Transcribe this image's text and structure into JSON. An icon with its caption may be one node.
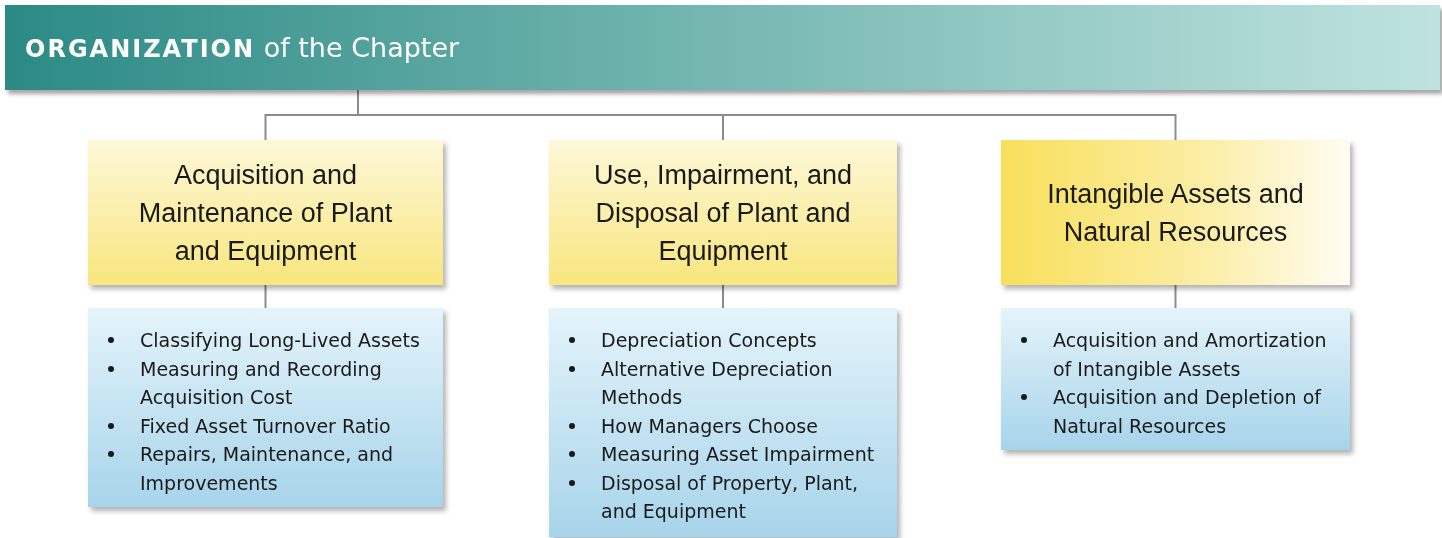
{
  "diagram": {
    "nodes": [
      {
        "text": [
          "**ORGANIZATION** of the Chapter"
        ]
      },
      {
        "text": [
          "Acquisition and Maintenance of Plant and Equipment"
        ]
      },
      {
        "text": [
          "Use, Impairment, and Disposal of Plant and Equipment"
        ]
      },
      {
        "text": [
          "Intangible Assets and Natural Resources"
        ]
      },
      {
        "text": [
          "Classifying Long-Lived Assets",
          "Measuring and Recording Acquisition Cost",
          "Fixed Asset Turnover Ratio",
          "Repairs, Maintenance, and Improvements"
        ]
      },
      {
        "text": [
          "Depreciation Concepts",
          "Alternative Depreciation Methods",
          "How Managers Choose",
          "Measuring Asset Impairment",
          "Disposal of Property, Plant, and Equipment"
        ]
      },
      {
        "text": [
          "Acquisition and Amortization of Intangible Assets",
          "Acquisition and Depletion of Natural Resources"
        ]
      }
    ],
    "edges": [
      {
        "from": 0,
        "to": 1,
        "arrow": "none"
      },
      {
        "from": 0,
        "to": 2,
        "arrow": "none"
      },
      {
        "from": 0,
        "to": 3,
        "arrow": "none"
      },
      {
        "from": 1,
        "to": 4,
        "arrow": "none"
      },
      {
        "from": 2,
        "to": 5,
        "arrow": "none"
      },
      {
        "from": 3,
        "to": 6,
        "arrow": "none"
      }
    ]
  }
}
